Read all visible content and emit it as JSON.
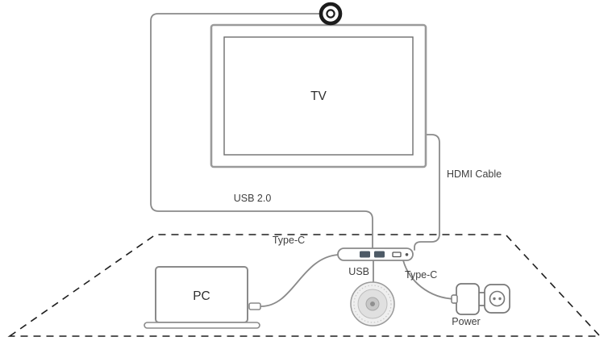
{
  "diagram": {
    "tv_label": "TV",
    "pc_label": "PC",
    "cable_labels": {
      "usb2": "USB 2.0",
      "hdmi": "HDMI Cable",
      "typec_pc": "Type-C",
      "typec_power": "Type-C",
      "usb_speaker": "USB",
      "power": "Power"
    },
    "colors": {
      "line": "#8a8a8a",
      "tv_frame": "#9a9a9a",
      "dash": "#1f1f1f",
      "text": "#3f3f3f",
      "port_fill": "#4d5a66",
      "camera": "#1c1c1c"
    }
  }
}
